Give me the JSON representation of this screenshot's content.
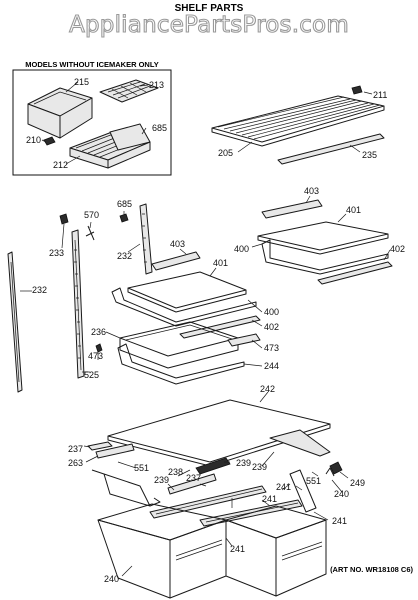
{
  "watermark": "AppliancePartsPros.com",
  "title": "SHELF PARTS",
  "inset_header": "MODELS WITHOUT ICEMAKER ONLY",
  "art_number": "(ART NO. WR18108 C6)",
  "part_labels": {
    "p215": "215",
    "p213": "213",
    "p210": "210",
    "p685a": "685",
    "p212": "212",
    "p211": "211",
    "p205": "205",
    "p235": "235",
    "p685b": "685",
    "p570": "570",
    "p233": "233",
    "p232a": "232",
    "p232b": "232",
    "p403a": "403",
    "p401a": "401",
    "p400a": "400",
    "p402a": "402",
    "p236": "236",
    "p473a": "473",
    "p473b": "473",
    "p525": "525",
    "p244": "244",
    "p403b": "403",
    "p401b": "401",
    "p400b": "400",
    "p402b": "402",
    "p242": "242",
    "p237a": "237",
    "p263": "263",
    "p551a": "551",
    "p238": "238",
    "p239a": "239",
    "p239b": "239",
    "p239c": "239",
    "p237b": "237",
    "p241a": "241",
    "p241b": "241",
    "p241c": "241",
    "p241d": "241",
    "p551b": "551",
    "p249": "249",
    "p240a": "240",
    "p240b": "240"
  }
}
